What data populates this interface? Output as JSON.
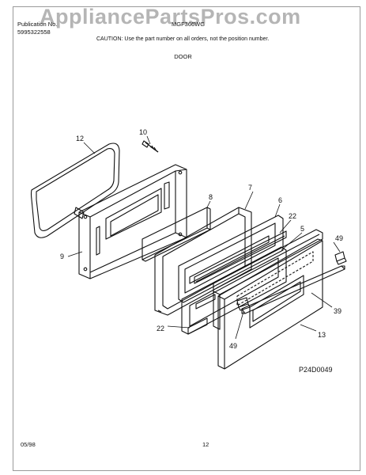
{
  "watermark": "AppliancePartsPros.com",
  "header": {
    "publication_label": "Publication No.",
    "publication_number": "5995322558",
    "model": "MGF366WG",
    "caution": "CAUTION:  Use the part number on all orders, not the position number.",
    "section_title": "DOOR"
  },
  "diagram": {
    "labels": [
      "12",
      "10",
      "9",
      "8",
      "7",
      "6",
      "22",
      "5",
      "49",
      "22",
      "49",
      "39",
      "13"
    ],
    "code": "P24D0049"
  },
  "footer": {
    "date": "05/98",
    "page": "12"
  }
}
